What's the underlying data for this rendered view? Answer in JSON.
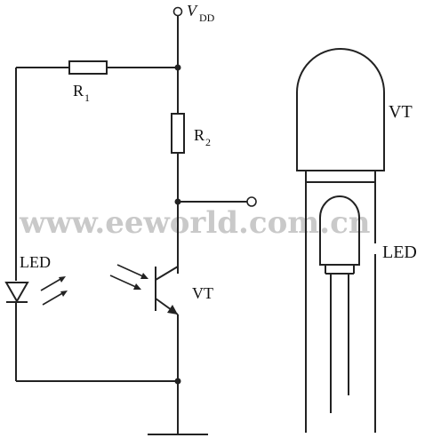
{
  "labels": {
    "vdd_main": "V",
    "vdd_sub": "DD",
    "r1_main": "R",
    "r1_sub": "1",
    "r2_main": "R",
    "r2_sub": "2",
    "led": "LED",
    "vt": "VT",
    "vt_component": "VT",
    "led_component": "LED"
  },
  "watermark": "www.eeworld.com.cn",
  "colors": {
    "line": "#222222",
    "watermark": "#c9c9c9"
  }
}
